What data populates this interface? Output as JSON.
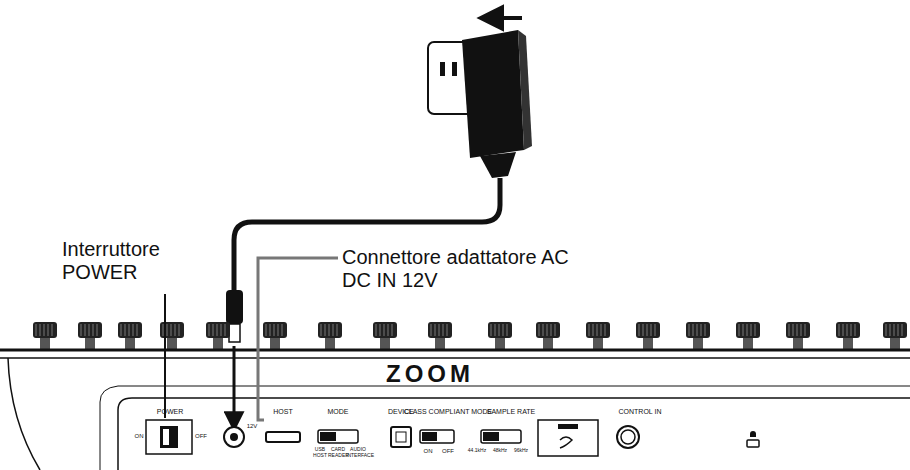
{
  "diagram": {
    "labels": [
      "Interruttore POWER",
      "Connettore adattatore AC DC IN 12V",
      "ZOOM",
      "POWER",
      "ON",
      "OFF",
      "12V",
      "HOST",
      "MODE",
      "USB HOST",
      "CARD READER",
      "AUDIO INTERFACE",
      "DEVICE",
      "CLASS COMPLIANT MODE",
      "ON",
      "OFF",
      "SAMPLE RATE",
      "44.1kHz",
      "48kHz",
      "96kHz",
      "CONTROL IN"
    ]
  }
}
